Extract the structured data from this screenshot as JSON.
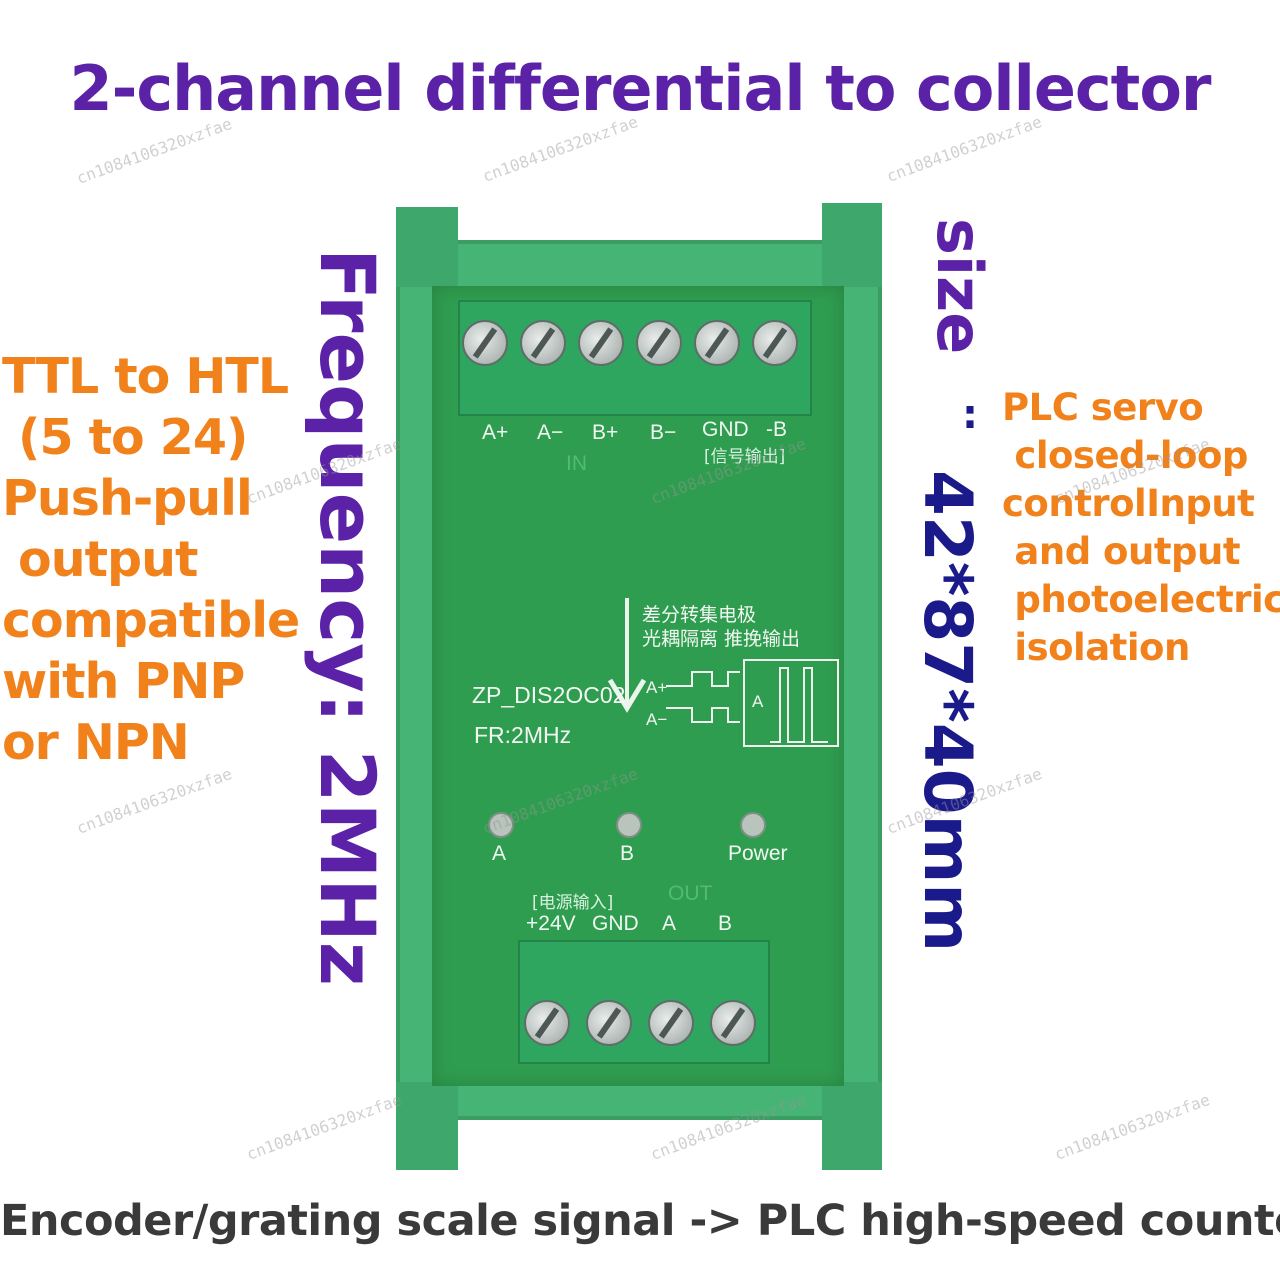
{
  "title": "2-channel differential to collector",
  "footer": "Encoder/grating scale signal -> PLC high-speed counter",
  "left_lines": [
    "TTL to HTL",
    " (5 to 24)",
    "Push-pull",
    " output",
    "compatible",
    "with PNP",
    "or NPN"
  ],
  "right_lines": [
    "PLC servo",
    " closed-loop",
    "controlInput",
    " and output",
    " photoelectric",
    " isolation"
  ],
  "frequency": "Frequency: 2MHz",
  "size_label": "size",
  "size_colon": ":",
  "size_value": "42*87*40mm",
  "board": {
    "input_pins": [
      "A+",
      "A−",
      "B+",
      "B−",
      "GND",
      "-B"
    ],
    "input_cn": "[信号输出]",
    "in_mark": "IN",
    "cn_line1": "差分转集电极",
    "cn_line2": "光耦隔离  推挽输出",
    "model": "ZP_DIS2OC02",
    "freq": "FR:2MHz",
    "wave_ap": "A+",
    "wave_am": "A−",
    "wave_a": "A",
    "led_a": "A",
    "led_b": "B",
    "led_power": "Power",
    "power_cn": "[电源输入]",
    "out_mark": "OUT",
    "output_pins": [
      "+24V",
      "GND",
      "A",
      "B"
    ]
  },
  "watermark": "cn1084106320xzfae",
  "colors": {
    "title": "#5b22a8",
    "orange": "#f0811b",
    "navy": "#1a1a8a",
    "board": "#2f9d4f"
  }
}
